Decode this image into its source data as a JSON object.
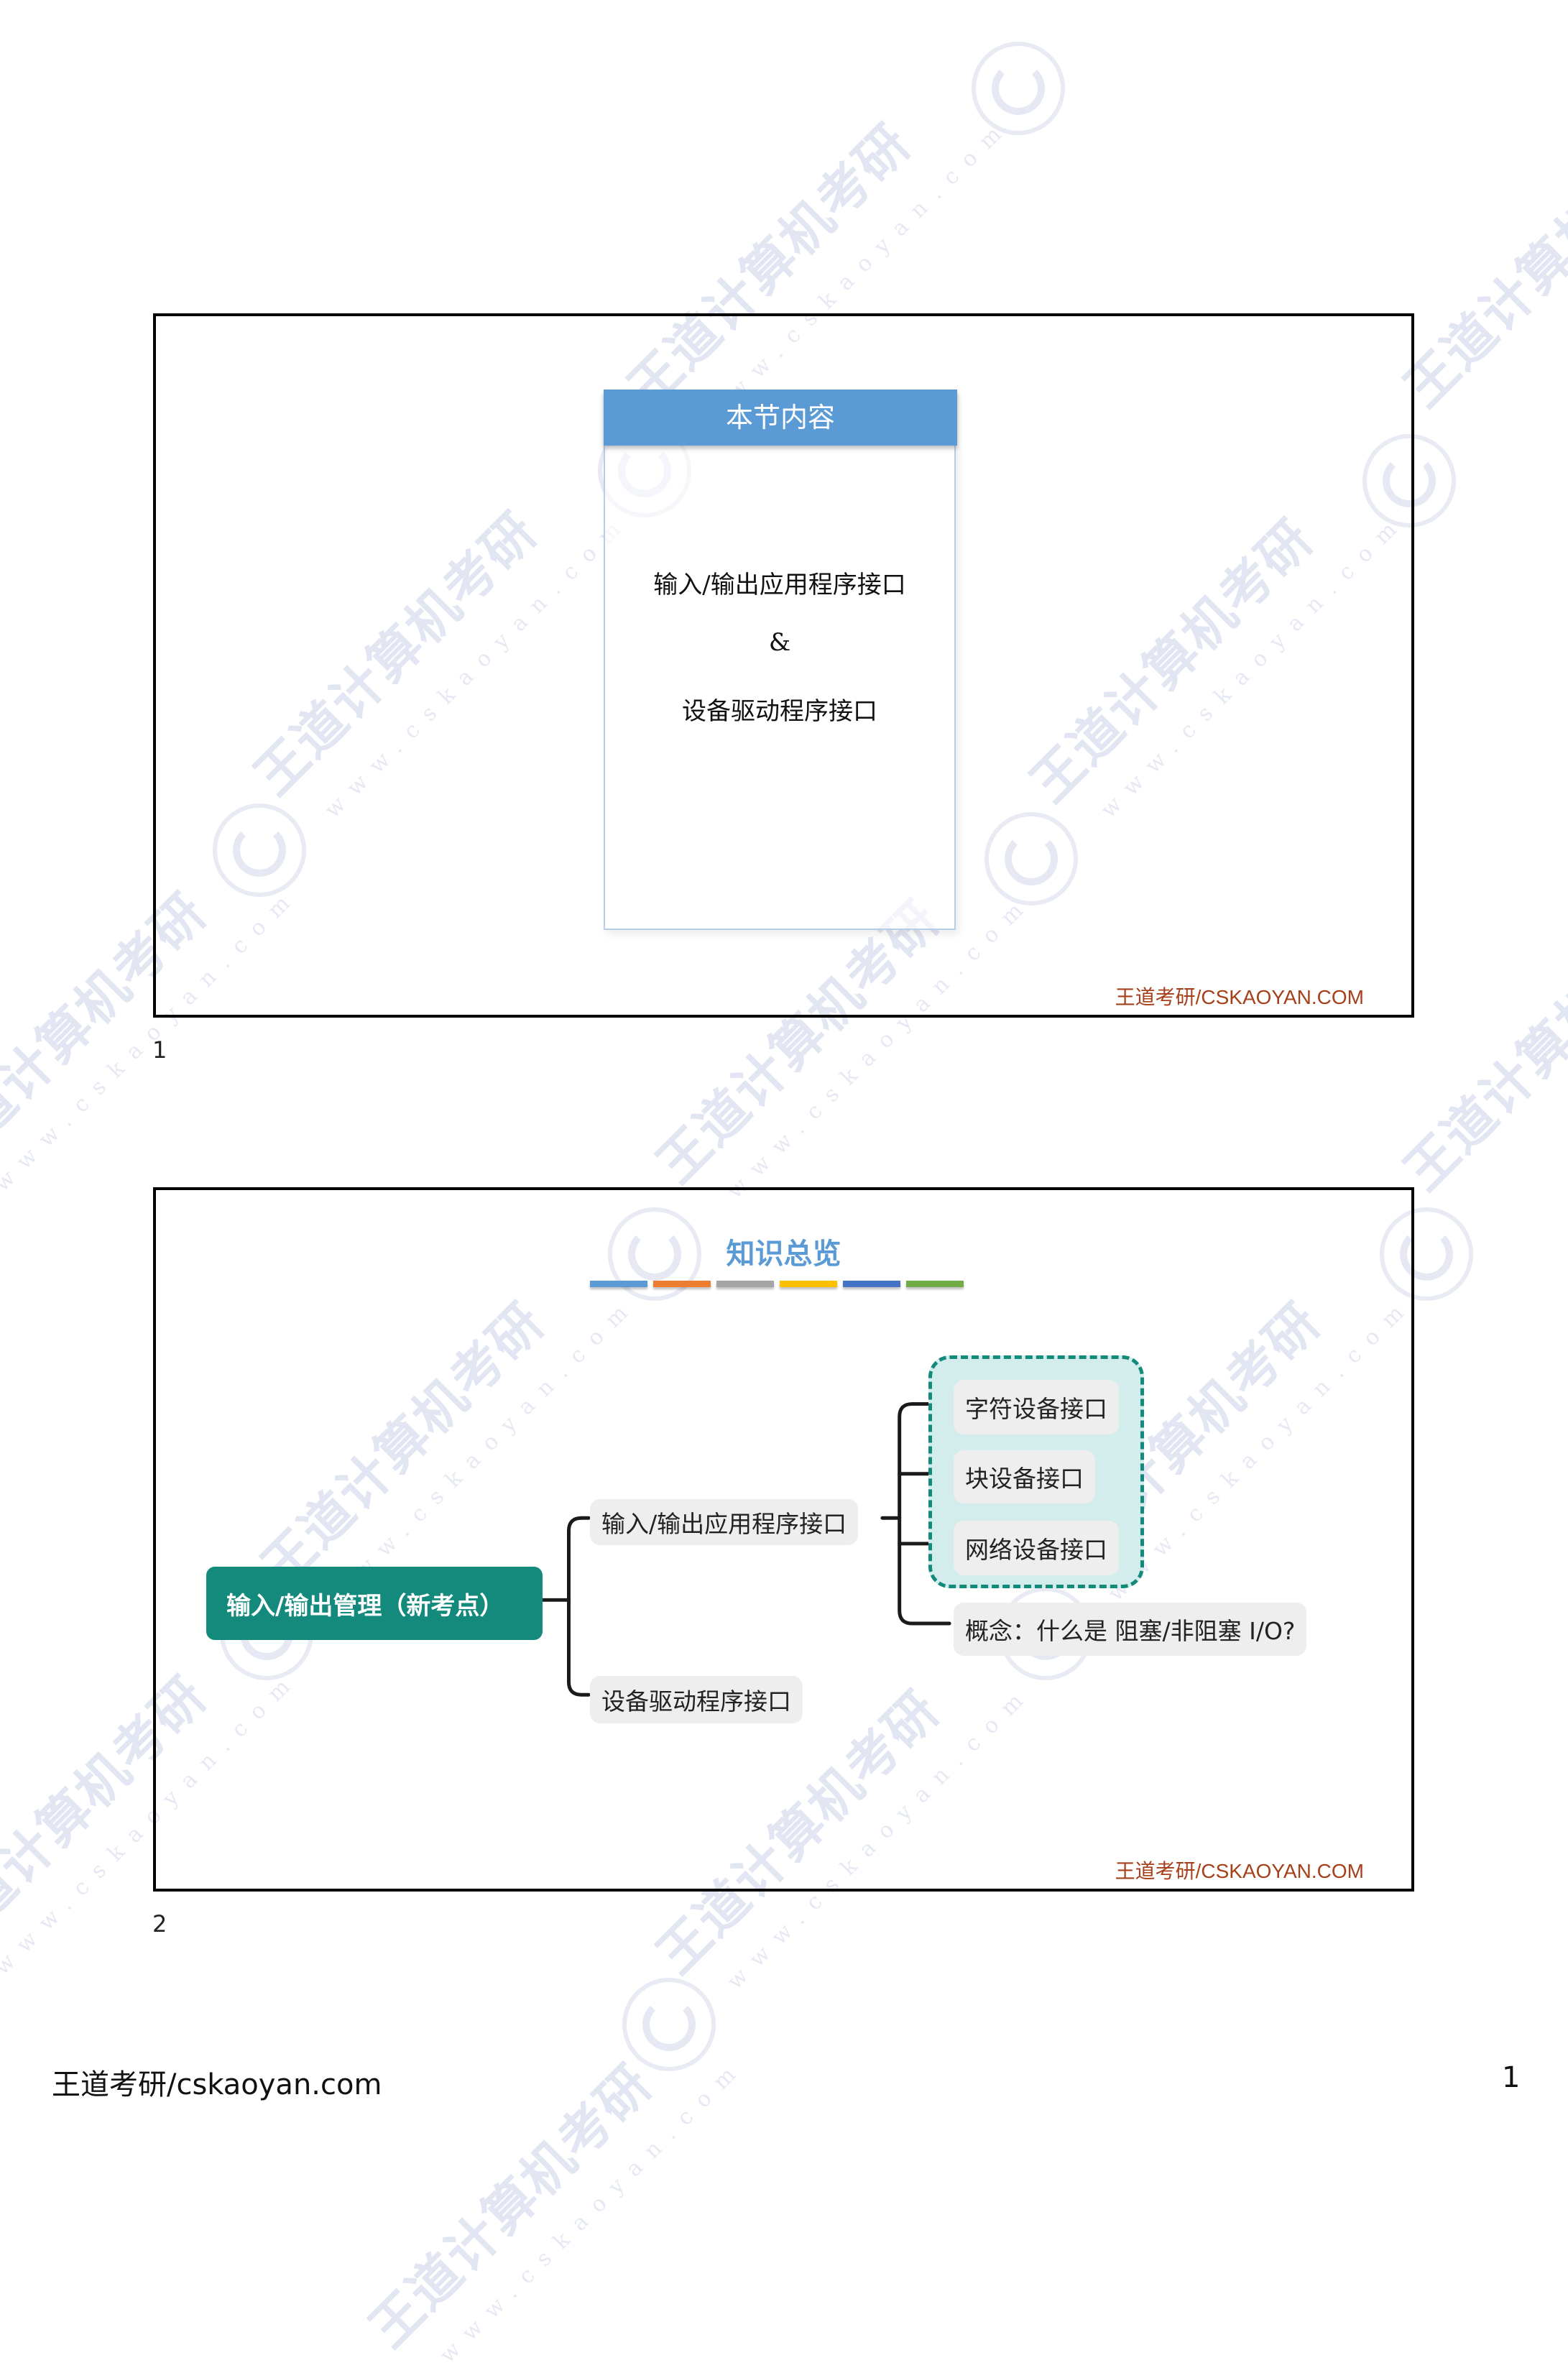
{
  "watermark": {
    "text": "王道计算机考研",
    "url": "www.cskaoyan.com"
  },
  "slides": [
    {
      "number": "1",
      "brand": "王道考研/CSKAOYAN.COM",
      "card": {
        "header": "本节内容",
        "lines": [
          "输入/输出应用程序接口",
          "&",
          "设备驱动程序接口"
        ]
      }
    },
    {
      "number": "2",
      "brand": "王道考研/CSKAOYAN.COM",
      "title": "知识总览",
      "title_bar_colors": [
        "#5b9bd5",
        "#ed7d31",
        "#a5a5a5",
        "#ffc000",
        "#4472c4",
        "#70ad47"
      ],
      "mindmap": {
        "root": "输入/输出管理（新考点）",
        "branches": [
          {
            "label": "输入/输出应用程序接口",
            "children": [
              "字符设备接口",
              "块设备接口",
              "网络设备接口",
              "概念：什么是 阻塞/非阻塞 I/O?"
            ]
          },
          {
            "label": "设备驱动程序接口",
            "children": []
          }
        ],
        "colors": {
          "root_bg": "#138a7b",
          "node_bg": "#eeeeee",
          "group_border": "#138a7b",
          "group_bg": "#d3ecec",
          "line": "#1a1a1a"
        }
      }
    }
  ],
  "footer": {
    "left_cn": "王道考研",
    "left_en": "/cskaoyan.com",
    "page_number": "1"
  }
}
